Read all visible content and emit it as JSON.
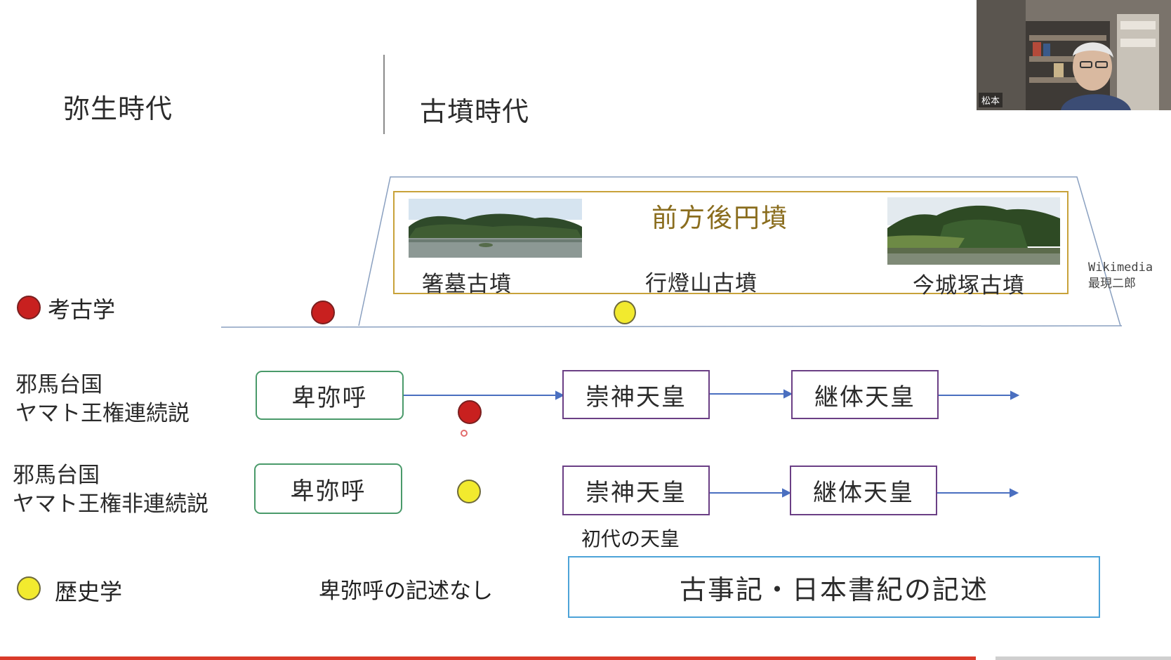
{
  "eras": {
    "yayoi": "弥生時代",
    "kofun": "古墳時代"
  },
  "tomb_panel": {
    "title": "前方後円墳",
    "tombs": [
      "箸墓古墳",
      "行燈山古墳",
      "今城塚古墳"
    ],
    "credit_line1": "Wikimedia",
    "credit_line2": "最現二郎"
  },
  "legend": {
    "archaeology": "考古学",
    "history": "歴史学"
  },
  "rows": {
    "continuous": {
      "label_line1": "邪馬台国",
      "label_line2": "ヤマト王権連続説",
      "himiko": "卑弥呼",
      "emperor1": "崇神天皇",
      "emperor2": "継体天皇"
    },
    "discontinuous": {
      "label_line1": "邪馬台国",
      "label_line2": "ヤマト王権非連続説",
      "himiko": "卑弥呼",
      "emperor1": "崇神天皇",
      "emperor2": "継体天皇",
      "first_emperor_note": "初代の天皇"
    }
  },
  "notes": {
    "no_himiko_record": "卑弥呼の記述なし",
    "kojiki_nihonshoki": "古事記・日本書紀の記述"
  },
  "video": {
    "participant_name": "松本"
  },
  "colors": {
    "archaeology_dot": "#c8201f",
    "history_dot": "#f2ea2e",
    "panel_border": "#c8a23a",
    "panel_title": "#8a6d1e",
    "arrow": "#4a6fc0",
    "progress_bar": "#d93a2a"
  }
}
